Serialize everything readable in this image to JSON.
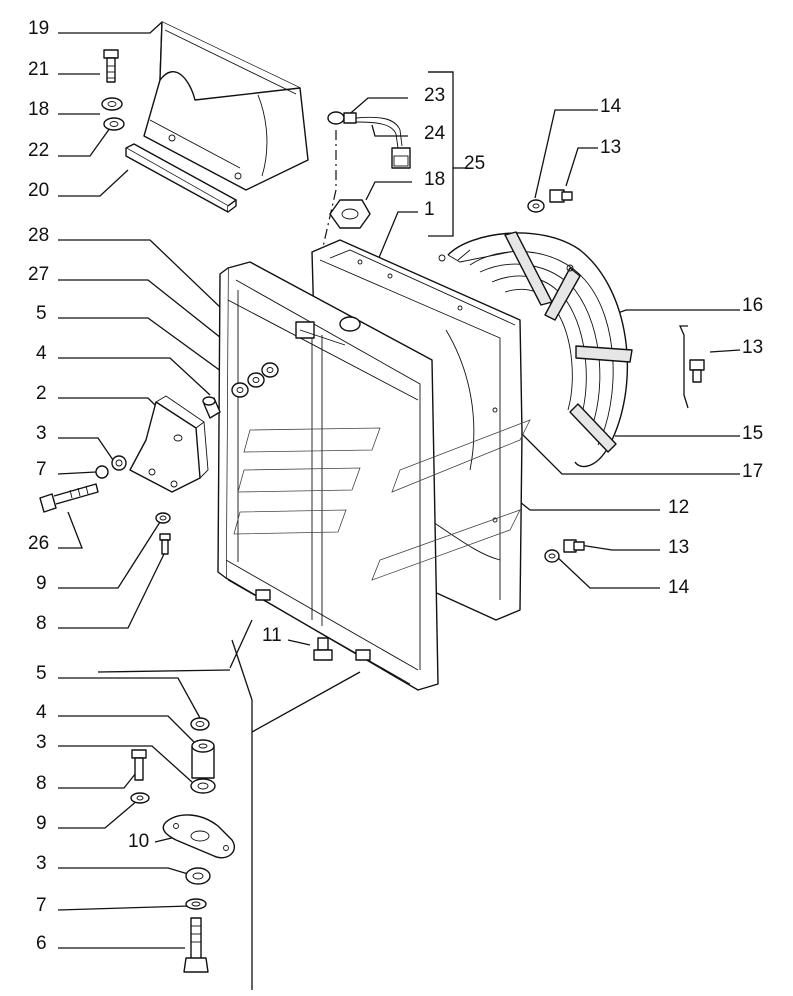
{
  "callouts": [
    {
      "id": "c19",
      "label": "19"
    },
    {
      "id": "c21",
      "label": "21"
    },
    {
      "id": "c18a",
      "label": "18"
    },
    {
      "id": "c22",
      "label": "22"
    },
    {
      "id": "c20",
      "label": "20"
    },
    {
      "id": "c28",
      "label": "28"
    },
    {
      "id": "c27",
      "label": "27"
    },
    {
      "id": "c5a",
      "label": "5"
    },
    {
      "id": "c4a",
      "label": "4"
    },
    {
      "id": "c2",
      "label": "2"
    },
    {
      "id": "c3a",
      "label": "3"
    },
    {
      "id": "c7a",
      "label": "7"
    },
    {
      "id": "c26",
      "label": "26"
    },
    {
      "id": "c9a",
      "label": "9"
    },
    {
      "id": "c8a",
      "label": "8"
    },
    {
      "id": "c11",
      "label": "11"
    },
    {
      "id": "c5b",
      "label": "5"
    },
    {
      "id": "c4b",
      "label": "4"
    },
    {
      "id": "c3b",
      "label": "3"
    },
    {
      "id": "c8b",
      "label": "8"
    },
    {
      "id": "c9b",
      "label": "9"
    },
    {
      "id": "c10",
      "label": "10"
    },
    {
      "id": "c3c",
      "label": "3"
    },
    {
      "id": "c7b",
      "label": "7"
    },
    {
      "id": "c6",
      "label": "6"
    },
    {
      "id": "c23",
      "label": "23"
    },
    {
      "id": "c24",
      "label": "24"
    },
    {
      "id": "c25",
      "label": "25"
    },
    {
      "id": "c18b",
      "label": "18"
    },
    {
      "id": "c1",
      "label": "1"
    },
    {
      "id": "c14a",
      "label": "14"
    },
    {
      "id": "c13a",
      "label": "13"
    },
    {
      "id": "c16",
      "label": "16"
    },
    {
      "id": "c13b",
      "label": "13"
    },
    {
      "id": "c15",
      "label": "15"
    },
    {
      "id": "c17",
      "label": "17"
    },
    {
      "id": "c12",
      "label": "12"
    },
    {
      "id": "c13c",
      "label": "13"
    },
    {
      "id": "c14b",
      "label": "14"
    }
  ]
}
